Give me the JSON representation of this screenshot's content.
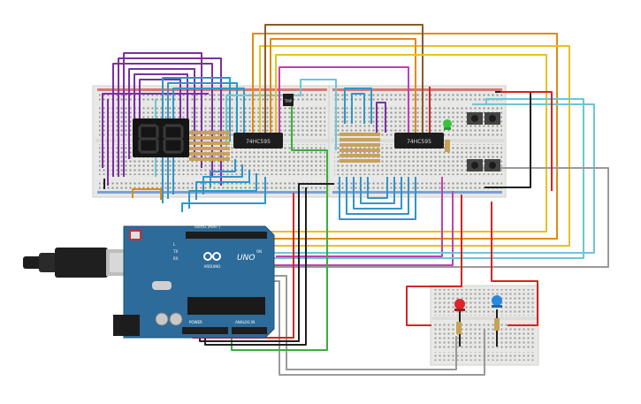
{
  "colors": {
    "breadboard": "#e9e9e7",
    "breadboard_edge": "#cfcfcb",
    "hole": "#8c8c8c",
    "rail_red": "#d32a2a",
    "rail_blue": "#2f6fd0",
    "arduino_board": "#2d6b9a",
    "arduino_dark": "#1f5176",
    "chip": "#1d1d1d",
    "display": "#151515",
    "segment_off": "#3a3a3a",
    "wire_purple": "#7d2ea3",
    "wire_blue": "#2f96c8",
    "wire_cyan": "#6cc6d6",
    "wire_orange": "#e08a16",
    "wire_yellow": "#e8c21c",
    "wire_brown": "#8a5a2a",
    "wire_magenta": "#c23fb2",
    "wire_red": "#d62424",
    "wire_gray": "#9a9a9a",
    "wire_green": "#3cae3c",
    "wire_black": "#202020",
    "led_green": "#35c43a",
    "led_red": "#d8262a",
    "led_blue": "#2a88e0",
    "resistor": "#c8a257"
  },
  "components": {
    "shift_register_1": {
      "label": "74HC595",
      "icon": "ic-chip"
    },
    "shift_register_2": {
      "label": "74HC595",
      "icon": "ic-chip"
    },
    "sensor": {
      "label": "TMP",
      "icon": "temperature-sensor"
    },
    "display": {
      "icon": "seven-segment-display"
    },
    "usb_cable": {
      "icon": "usb-connector"
    },
    "arduino": {
      "brand": "ARDUINO",
      "model": "UNO",
      "power_label": "POWER",
      "analog_label": "ANALOG IN",
      "digital_label": "DIGITAL (PWM~)",
      "tx_label": "TX",
      "rx_label": "RX",
      "l_label": "L",
      "on_label": "ON"
    },
    "buttons": {
      "icon": "push-button"
    },
    "leds": {
      "green": "led-green",
      "red": "led-red",
      "blue": "led-blue"
    }
  }
}
